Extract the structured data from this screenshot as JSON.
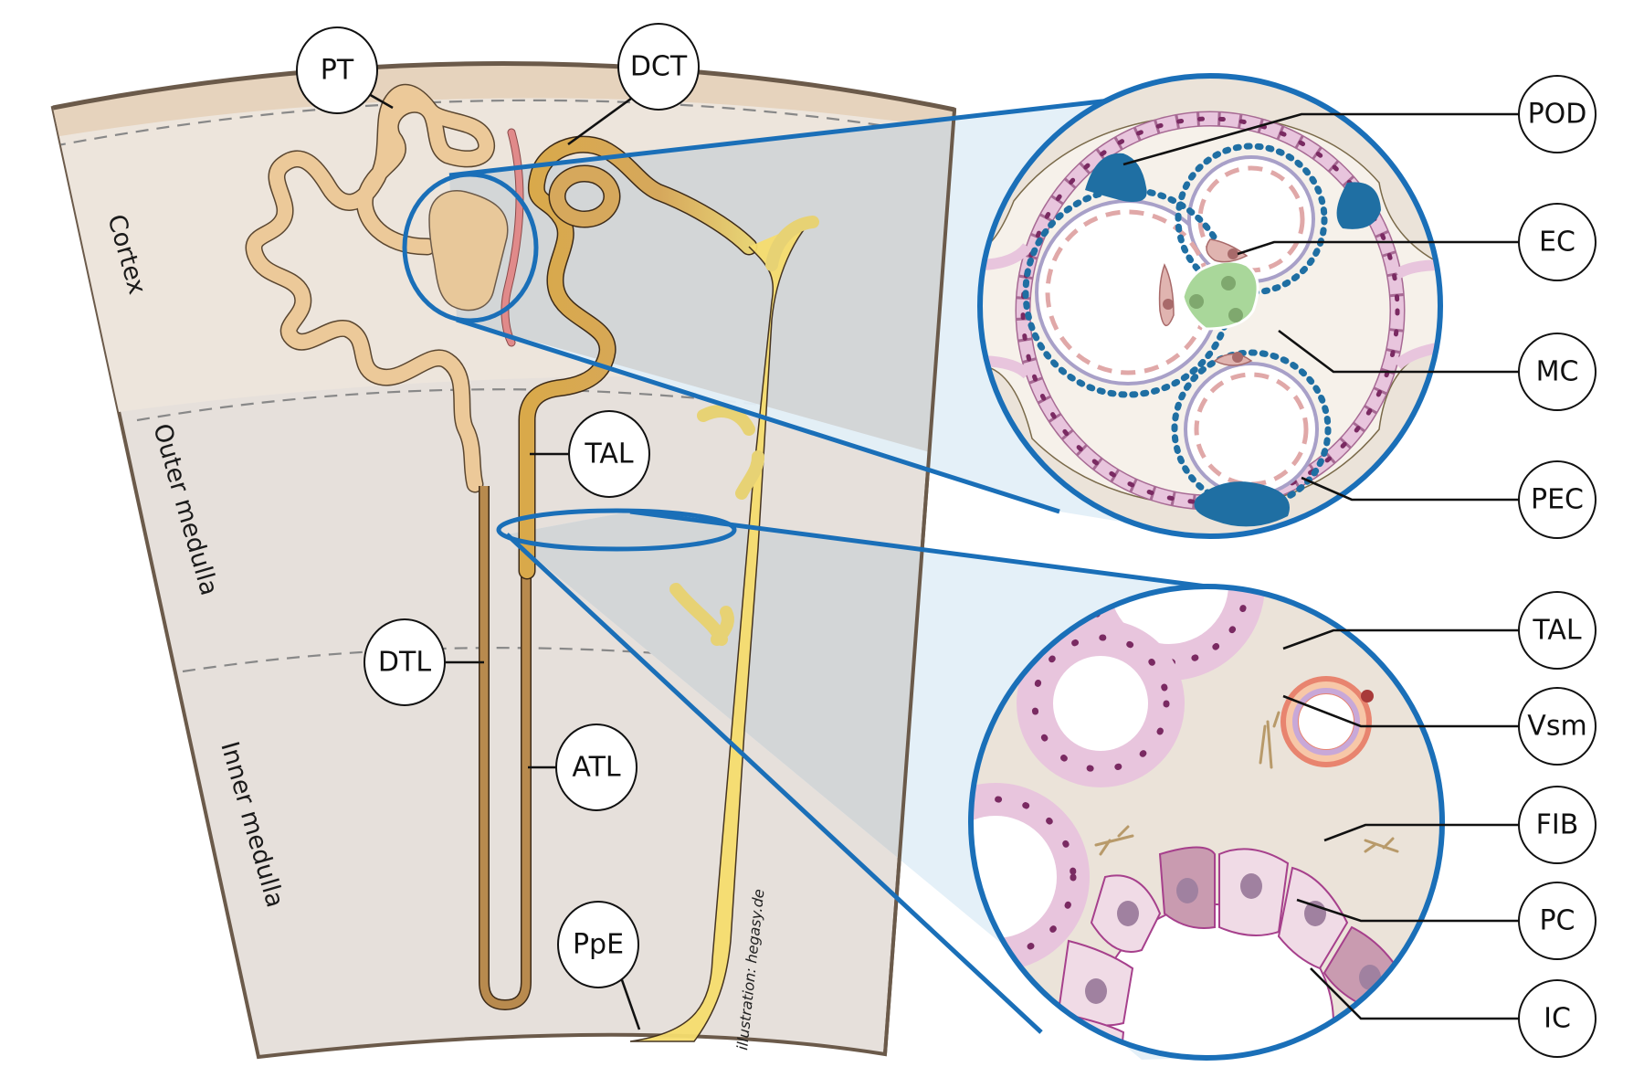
{
  "figure": {
    "regions": [
      "Cortex",
      "Outer medulla",
      "Inner medulla"
    ],
    "credit": "illustration:  hegasy.de",
    "nephron_labels": [
      {
        "id": "pt",
        "text": "PT"
      },
      {
        "id": "dct",
        "text": "DCT"
      },
      {
        "id": "tal",
        "text": "TAL"
      },
      {
        "id": "dtl",
        "text": "DTL"
      },
      {
        "id": "atl",
        "text": "ATL"
      },
      {
        "id": "ppe",
        "text": "PpE"
      }
    ],
    "glomerulus_inset_labels": [
      {
        "id": "pod",
        "text": "POD"
      },
      {
        "id": "ec",
        "text": "EC"
      },
      {
        "id": "mc",
        "text": "MC"
      },
      {
        "id": "pec",
        "text": "PEC"
      }
    ],
    "medulla_inset_labels": [
      {
        "id": "tal",
        "text": "TAL"
      },
      {
        "id": "vsm",
        "text": "Vsm"
      },
      {
        "id": "fib",
        "text": "FIB"
      },
      {
        "id": "pc",
        "text": "PC"
      },
      {
        "id": "ic",
        "text": "IC"
      }
    ]
  },
  "colors": {
    "zoom_outline": "#1a6fb8",
    "zoom_fill": "#e3eff8",
    "podocyte": "#1f6fa3",
    "mesangial": "#a9d79a",
    "endothelial": "#e0b4b0",
    "epithelium": "#e8c5dd",
    "nucleus": "#7a2a62",
    "proximal_tubule": "#ecc999",
    "distal_tubule": "#e6b050",
    "thin_limb": "#b88a4e",
    "pelvic_epithelium": "#f6dd6e",
    "cortex_bg": "#ede5dc",
    "medulla_bg": "#e6e0db"
  }
}
